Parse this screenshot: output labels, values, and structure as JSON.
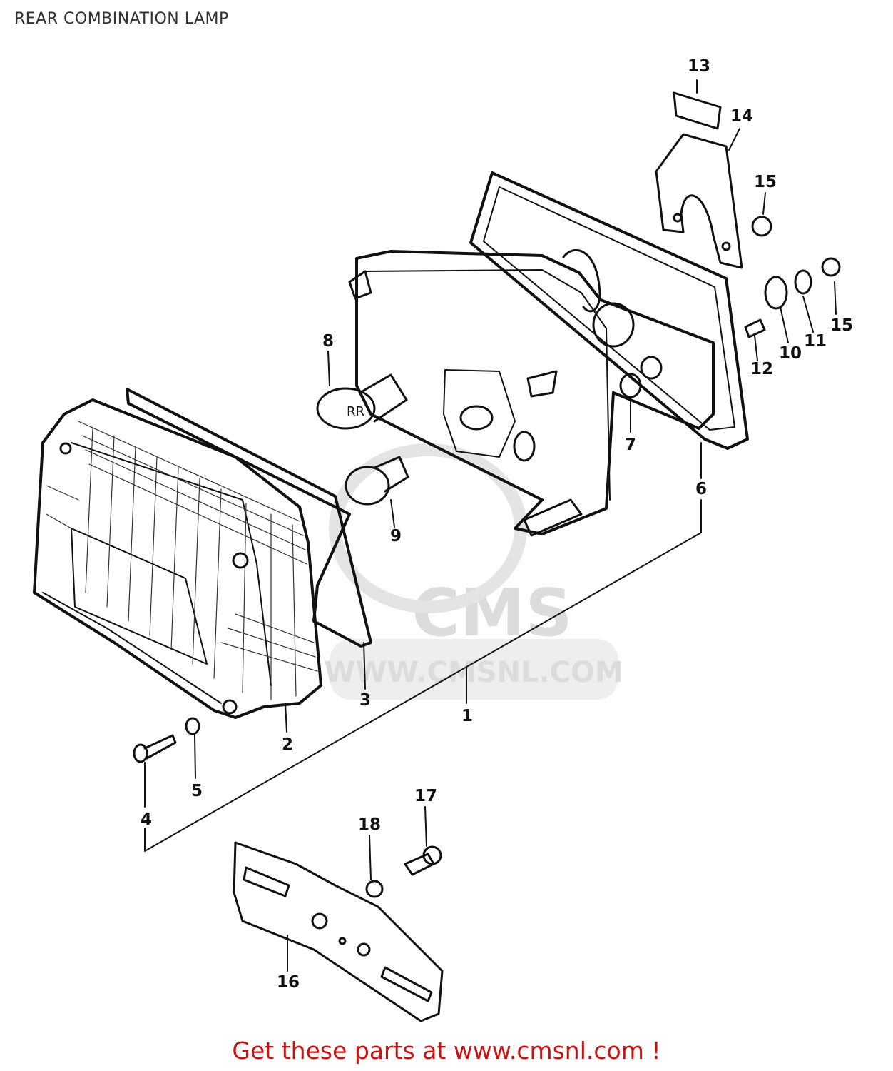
{
  "title": "REAR COMBINATION LAMP",
  "watermark": {
    "brand": "CMS",
    "url": "WWW.CMSNL.COM"
  },
  "callouts": {
    "1": "1",
    "2": "2",
    "3": "3",
    "4": "4",
    "5": "5",
    "6": "6",
    "7": "7",
    "8": "8",
    "9": "9",
    "10": "10",
    "11": "11",
    "12": "12",
    "13": "13",
    "14": "14",
    "15a": "15",
    "15b": "15",
    "16": "16",
    "17": "17",
    "18": "18"
  },
  "footer": {
    "prefix": "Get these parts at ",
    "link": "www.cmsnl.com",
    "suffix": " !"
  },
  "colors": {
    "ink": "#111111",
    "footer": "#cc1111",
    "watermark": "#dcdcdc"
  }
}
